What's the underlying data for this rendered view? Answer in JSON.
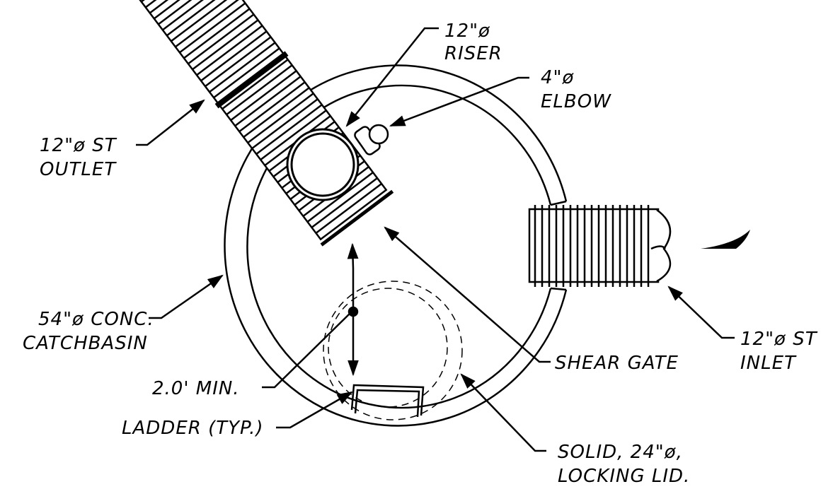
{
  "labels": {
    "riser": [
      "12\"ø",
      "RISER"
    ],
    "elbow": [
      "4\"ø",
      "ELBOW"
    ],
    "outlet": [
      "12\"ø ST",
      "OUTLET"
    ],
    "catchbasin": [
      "54\"ø CONC.",
      "CATCHBASIN"
    ],
    "min_depth": "2.0' MIN.",
    "ladder": "LADDER (TYP.)",
    "shear_gate": "SHEAR GATE",
    "inlet": [
      "12\"ø ST",
      "INLET"
    ],
    "lid": [
      "SOLID, 24\"ø,",
      "LOCKING LID."
    ]
  },
  "colors": {
    "line": "#000000",
    "background": "#ffffff"
  }
}
